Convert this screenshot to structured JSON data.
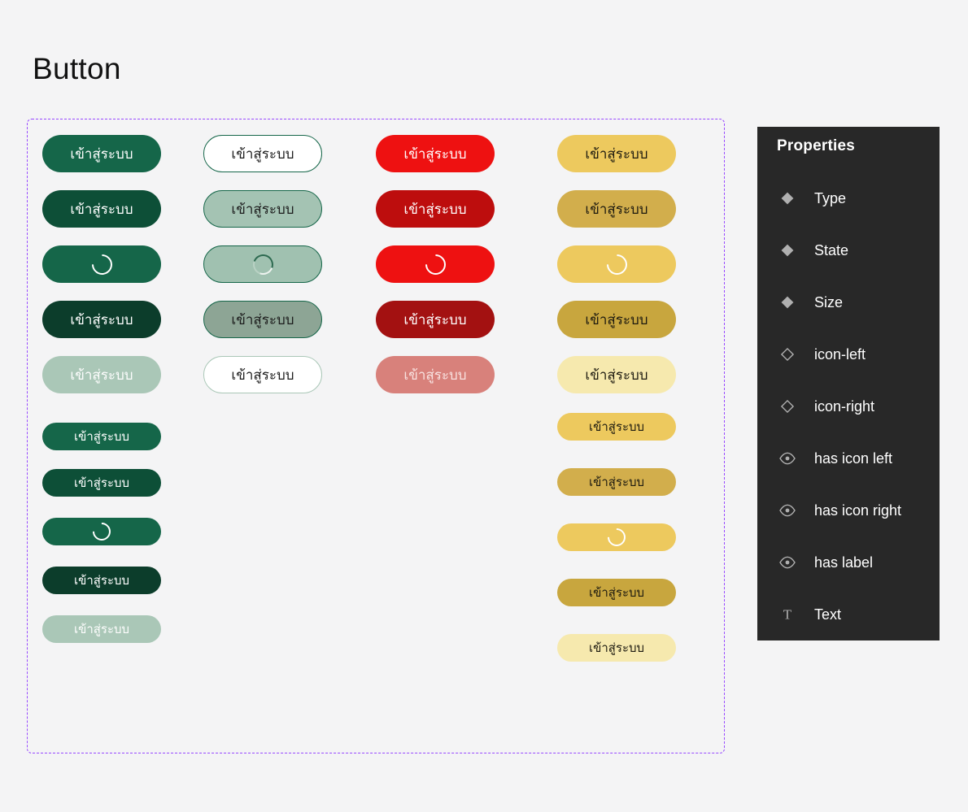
{
  "page": {
    "title": "Button",
    "background": "#f4f4f5"
  },
  "button_label": "เข้าสู่ระบบ",
  "frame": {
    "border_color": "#9747ff"
  },
  "buttons": [
    {
      "col": 1,
      "row": 0,
      "size": "lg",
      "type": "primary",
      "state": "default",
      "bg": "#156649",
      "border": "",
      "text_color": "#ffffff",
      "content": "label"
    },
    {
      "col": 1,
      "row": 1,
      "size": "lg",
      "type": "primary",
      "state": "hover",
      "bg": "#0d4f37",
      "border": "",
      "text_color": "#ffffff",
      "content": "label"
    },
    {
      "col": 1,
      "row": 2,
      "size": "lg",
      "type": "primary",
      "state": "loading",
      "bg": "#156649",
      "border": "",
      "text_color": "#ffffff",
      "content": "spinner_white"
    },
    {
      "col": 1,
      "row": 3,
      "size": "lg",
      "type": "primary",
      "state": "pressed",
      "bg": "#0c3d2b",
      "border": "",
      "text_color": "#ffffff",
      "content": "label"
    },
    {
      "col": 1,
      "row": 4,
      "size": "lg",
      "type": "primary",
      "state": "disabled",
      "bg": "#aac7b7",
      "border": "",
      "text_color": "#fdfdfd",
      "content": "label"
    },
    {
      "col": 1,
      "row": 0,
      "size": "sm",
      "type": "primary",
      "state": "default",
      "bg": "#156649",
      "border": "",
      "text_color": "#ffffff",
      "content": "label"
    },
    {
      "col": 1,
      "row": 1,
      "size": "sm",
      "type": "primary",
      "state": "hover",
      "bg": "#0d4f37",
      "border": "",
      "text_color": "#ffffff",
      "content": "label"
    },
    {
      "col": 1,
      "row": 2,
      "size": "sm",
      "type": "primary",
      "state": "loading",
      "bg": "#156649",
      "border": "",
      "text_color": "#ffffff",
      "content": "spinner_white"
    },
    {
      "col": 1,
      "row": 3,
      "size": "sm",
      "type": "primary",
      "state": "pressed",
      "bg": "#0c3d2b",
      "border": "",
      "text_color": "#ffffff",
      "content": "label"
    },
    {
      "col": 1,
      "row": 4,
      "size": "sm",
      "type": "primary",
      "state": "disabled",
      "bg": "#aac7b7",
      "border": "",
      "text_color": "#fdfdfd",
      "content": "label"
    },
    {
      "col": 2,
      "row": 0,
      "size": "lg",
      "type": "secondary",
      "state": "default",
      "bg": "#ffffff",
      "border": "#156649",
      "text_color": "#1c1c1c",
      "content": "label"
    },
    {
      "col": 2,
      "row": 1,
      "size": "lg",
      "type": "secondary",
      "state": "hover",
      "bg": "#a4c3b3",
      "border": "#156649",
      "text_color": "#1c1c1c",
      "content": "label"
    },
    {
      "col": 2,
      "row": 2,
      "size": "lg",
      "type": "secondary",
      "state": "loading",
      "bg": "#a0c1b0",
      "border": "#156649",
      "text_color": "#1c1c1c",
      "content": "spinner_duo"
    },
    {
      "col": 2,
      "row": 3,
      "size": "lg",
      "type": "secondary",
      "state": "pressed",
      "bg": "#8da595",
      "border": "#156649",
      "text_color": "#1c1c1c",
      "content": "label"
    },
    {
      "col": 2,
      "row": 4,
      "size": "lg",
      "type": "secondary",
      "state": "disabled",
      "bg": "#ffffff",
      "border": "#aac7b7",
      "text_color": "#1c1c1c",
      "content": "label"
    },
    {
      "col": 3,
      "row": 0,
      "size": "lg",
      "type": "danger",
      "state": "default",
      "bg": "#ee1111",
      "border": "",
      "text_color": "#ffffff",
      "content": "label"
    },
    {
      "col": 3,
      "row": 1,
      "size": "lg",
      "type": "danger",
      "state": "hover",
      "bg": "#bd0d0d",
      "border": "",
      "text_color": "#ffffff",
      "content": "label"
    },
    {
      "col": 3,
      "row": 2,
      "size": "lg",
      "type": "danger",
      "state": "loading",
      "bg": "#ee1111",
      "border": "",
      "text_color": "#ffffff",
      "content": "spinner_white"
    },
    {
      "col": 3,
      "row": 3,
      "size": "lg",
      "type": "danger",
      "state": "pressed",
      "bg": "#a31111",
      "border": "",
      "text_color": "#ffffff",
      "content": "label"
    },
    {
      "col": 3,
      "row": 4,
      "size": "lg",
      "type": "danger",
      "state": "disabled",
      "bg": "#d8817b",
      "border": "",
      "text_color": "#f8e2e0",
      "content": "label"
    },
    {
      "col": 4,
      "row": 0,
      "size": "lg",
      "type": "warning",
      "state": "default",
      "bg": "#edc95e",
      "border": "",
      "text_color": "#1d1a10",
      "content": "label"
    },
    {
      "col": 4,
      "row": 1,
      "size": "lg",
      "type": "warning",
      "state": "hover",
      "bg": "#d2ae4c",
      "border": "",
      "text_color": "#1d1a10",
      "content": "label"
    },
    {
      "col": 4,
      "row": 2,
      "size": "lg",
      "type": "warning",
      "state": "loading",
      "bg": "#edc95e",
      "border": "",
      "text_color": "#ffffff",
      "content": "spinner_white"
    },
    {
      "col": 4,
      "row": 3,
      "size": "lg",
      "type": "warning",
      "state": "pressed",
      "bg": "#c8a63e",
      "border": "",
      "text_color": "#1d1a10",
      "content": "label"
    },
    {
      "col": 4,
      "row": 4,
      "size": "lg",
      "type": "warning",
      "state": "disabled",
      "bg": "#f6e9ae",
      "border": "",
      "text_color": "#1d1a10",
      "content": "label"
    },
    {
      "col": 4,
      "row": 0,
      "size": "sm",
      "type": "warning",
      "state": "default",
      "bg": "#edc95e",
      "border": "",
      "text_color": "#1d1a10",
      "content": "label"
    },
    {
      "col": 4,
      "row": 1,
      "size": "sm",
      "type": "warning",
      "state": "hover",
      "bg": "#d2ae4c",
      "border": "",
      "text_color": "#1d1a10",
      "content": "label"
    },
    {
      "col": 4,
      "row": 2,
      "size": "sm",
      "type": "warning",
      "state": "loading",
      "bg": "#edc95e",
      "border": "",
      "text_color": "#ffffff",
      "content": "spinner_white"
    },
    {
      "col": 4,
      "row": 3,
      "size": "sm",
      "type": "warning",
      "state": "pressed",
      "bg": "#c8a63e",
      "border": "",
      "text_color": "#1d1a10",
      "content": "label"
    },
    {
      "col": 4,
      "row": 4,
      "size": "sm",
      "type": "warning",
      "state": "disabled",
      "bg": "#f6e9ae",
      "border": "",
      "text_color": "#1d1a10",
      "content": "label"
    }
  ],
  "properties": {
    "title": "Properties",
    "bg": "#282828",
    "text_color": "#ffffff",
    "icon_color": "#b0b0b0",
    "items": [
      {
        "icon": "diamond-filled-icon",
        "label": "Type"
      },
      {
        "icon": "diamond-filled-icon",
        "label": "State"
      },
      {
        "icon": "diamond-filled-icon",
        "label": "Size"
      },
      {
        "icon": "diamond-outline-icon",
        "label": "icon-left"
      },
      {
        "icon": "diamond-outline-icon",
        "label": "icon-right"
      },
      {
        "icon": "eye-icon",
        "label": "has icon left"
      },
      {
        "icon": "eye-icon",
        "label": "has icon right"
      },
      {
        "icon": "eye-icon",
        "label": "has label"
      },
      {
        "icon": "text-icon",
        "label": "Text"
      }
    ]
  },
  "icon_glyphs": {
    "text": "T"
  }
}
